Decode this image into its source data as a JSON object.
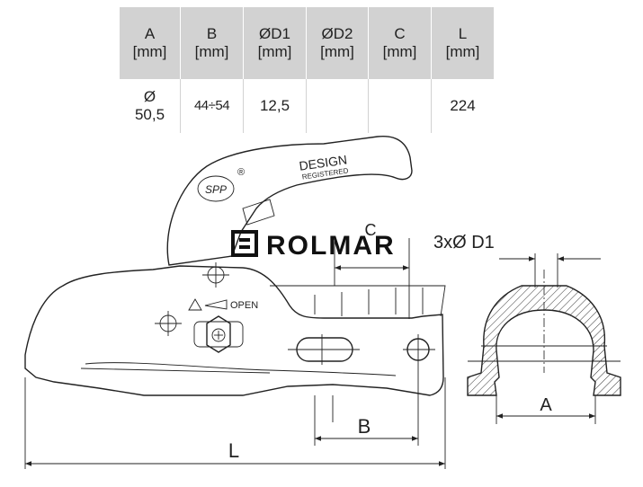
{
  "table": {
    "headers": [
      {
        "sym": "A",
        "unit": "[mm]"
      },
      {
        "sym": "B",
        "unit": "[mm]"
      },
      {
        "sym": "ØD1",
        "unit": "[mm]"
      },
      {
        "sym": "ØD2",
        "unit": "[mm]"
      },
      {
        "sym": "C",
        "unit": "[mm]"
      },
      {
        "sym": "L",
        "unit": "[mm]"
      }
    ],
    "values": [
      {
        "line1": "Ø",
        "line2": "50,5"
      },
      {
        "line1": "44÷54",
        "line2": ""
      },
      {
        "line1": "12,5",
        "line2": ""
      },
      {
        "line1": "",
        "line2": ""
      },
      {
        "line1": "",
        "line2": ""
      },
      {
        "line1": "224",
        "line2": ""
      }
    ]
  },
  "drawing": {
    "handle_text": "DESIGN",
    "handle_subtext": "REGISTERED",
    "logo_text": "SPP",
    "registered_mark": "®",
    "open_label": "OPEN",
    "brand": "ROLMAR",
    "dim_c": "C",
    "dim_d1": "3xØ D1",
    "dim_a": "A",
    "dim_b": "B",
    "dim_l": "L"
  }
}
